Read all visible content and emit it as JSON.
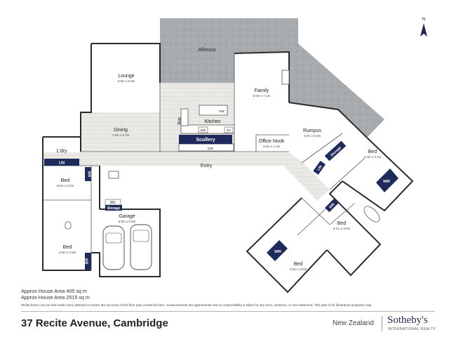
{
  "rooms": {
    "alfresco": {
      "name": "Alfresco"
    },
    "lounge": {
      "name": "Lounge",
      "size": "6.0m x 6.0m"
    },
    "dining": {
      "name": "Dining",
      "size": "7.0m x 3.7m"
    },
    "family": {
      "name": "Family",
      "size": "5.0m x 7.1m"
    },
    "kitchen": {
      "name": "Kitchen"
    },
    "bar": {
      "name": "Bar"
    },
    "scullery": {
      "name": "Scullery"
    },
    "office": {
      "name": "Office Nook",
      "size": "3.0m x 1.1m"
    },
    "rumpus": {
      "name": "Rumpus",
      "size": "4.3m x 5.0m"
    },
    "laundry": {
      "name": "L'dry"
    },
    "bed1": {
      "name": "Bed",
      "size": "3.6m x 3.0m"
    },
    "bed2": {
      "name": "Bed",
      "size": "4.3m x 3.5m"
    },
    "garage": {
      "name": "Garage",
      "size": "5.9m x 5.9m"
    },
    "entry": {
      "name": "Entry"
    },
    "bed3": {
      "name": "Bed",
      "size": "4.4m x 4.1m"
    },
    "bed4": {
      "name": "Bed",
      "size": "3.1m x 3.0m"
    },
    "bed5": {
      "name": "Bed",
      "size": "3.5m x 3.5m"
    }
  },
  "tags": {
    "lin1": "LIN",
    "lin2": "LIN",
    "bir1": "BIR",
    "bir2": "BIR",
    "bir3": "BIR",
    "wil": "WIL",
    "storage1": "Storage",
    "storage2": "Storage",
    "wir1": "WIR",
    "wir2": "WIR",
    "wo": "WO",
    "ov": "OV",
    "dw1": "DW",
    "dw2": "DW"
  },
  "areas": {
    "house": "Approx House Area 405 sq m",
    "total": "Approx House Area 2515 sq m"
  },
  "disclaimer": "Whilst bwrm.com.au has made every attempt to ensure the accuracy of the floor plan contained here, measurements are approximate and no responsibility is taken for any error, omission, or mis-statement. This plan is for illustrative purposes only.",
  "address": "37 Recite Avenue, Cambridge",
  "region": "New Zealand",
  "brand": "Sotheby's",
  "brand_sub": "INTERNATIONAL REALTY",
  "compass": {
    "label": "N"
  },
  "colors": {
    "tag_fill": "#1f2a5c",
    "alfresco_fill": "#a9acae",
    "timber_floor": "#e9e7e4",
    "wall": "#2b2b2b"
  }
}
